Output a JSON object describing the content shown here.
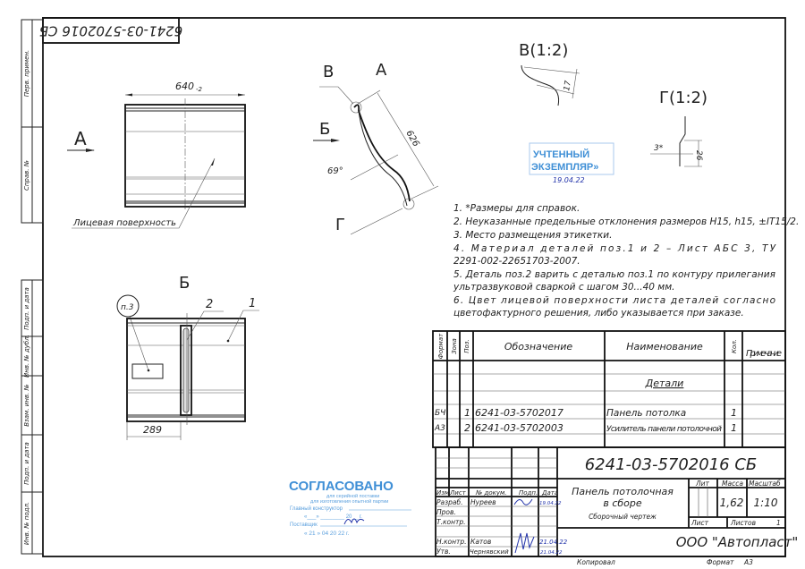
{
  "drawing_number_rotated": "6241-03-5702016 СБ",
  "left_strip": {
    "top": [
      "Перв. примен.",
      "Справ. №"
    ],
    "bottom": [
      "Подп. и дата",
      "Инв. № дубл.",
      "Взам. инв. №",
      "Подп. и дата",
      "Инв. № подл."
    ]
  },
  "view_main": {
    "label_a": "А",
    "dimension": "640",
    "dimension_tol": "-2",
    "leader_text": "Лицевая поверхность"
  },
  "view_side": {
    "label_v": "В",
    "label_a": "А",
    "label_b": "Б",
    "label_g": "Г",
    "dimension": "626",
    "angle": "69°"
  },
  "detail_v": {
    "title": "В(1:2)",
    "dimension": "17"
  },
  "detail_g": {
    "title": "Г(1:2)",
    "dimension": "26",
    "angle": "3*"
  },
  "view_b": {
    "title": "Б",
    "label_p3": "п.3",
    "pos2": "2",
    "pos1": "1",
    "dimension": "289"
  },
  "stamp_copy": {
    "line1": "УЧТЕННЫЙ",
    "line2": "ЭКЗЕМПЛЯР»",
    "date": "19.04.22"
  },
  "notes": [
    "1. *Размеры для справок.",
    "2. Неуказанные предельные отклонения размеров H15, h15, ±IT15/2.",
    "3. Место размещения этикетки.",
    "4. Материал деталей поз.1 и 2 – Лист АБС 3, ТУ",
    "2291-002-22651703-2007.",
    "5. Деталь поз.2 варить с деталью поз.1  по контуру прилегания",
    "ультразвуковой сваркой с шагом 30...40 мм.",
    "6. Цвет лицевой поверхности листа деталей согласно",
    "цветофактурного решения, либо указывается при заказе."
  ],
  "spec_table": {
    "headers": {
      "format": "Формат",
      "zone": "Зона",
      "pos": "Поз.",
      "designation": "Обозначение",
      "name": "Наименование",
      "qty": "Кол.",
      "note": "Приме-чание"
    },
    "section": "Детали",
    "rows": [
      {
        "format": "БЧ",
        "pos": "1",
        "designation": "6241-03-5702017",
        "name": "Панель потолка",
        "qty": "1"
      },
      {
        "format": "А3",
        "pos": "2",
        "designation": "6241-03-5702003",
        "name": "Усилитель панели потолочной",
        "qty": "1"
      }
    ]
  },
  "title_block": {
    "number": "6241-03-5702016 СБ",
    "name_line1": "Панель потолочная",
    "name_line2": "в сборе",
    "doc_type": "Сборочный чертеж",
    "col_headers": [
      "Изм",
      "Лист",
      "№ докум.",
      "Подп.",
      "Дата"
    ],
    "roles": [
      {
        "role": "Разраб.",
        "person": "Нуреев",
        "date": "19.04.22"
      },
      {
        "role": "Пров.",
        "person": ""
      },
      {
        "role": "Т.контр.",
        "person": ""
      },
      {
        "role": "Н.контр.",
        "person": "Катов",
        "date": "21.04.22"
      },
      {
        "role": "Утв.",
        "person": "Чернявский",
        "date": "21.04.22"
      }
    ],
    "lit_label": "Лит",
    "mass_label": "Масса",
    "scale_label": "Масштаб",
    "mass": "1,62",
    "scale": "1:10",
    "sheet_label": "Лист",
    "sheets_label": "Листов",
    "sheets": "1",
    "company": "ООО \"Автопласт\"",
    "copied": "Копировал",
    "format_label": "Формат",
    "format": "А3"
  },
  "stamp_agreed": {
    "title": "СОГЛАСОВАНО",
    "sub1": "для серийной поставки",
    "sub2": "для изготовления опытной партии",
    "line1": "Главный конструктор",
    "line2": "«___» ________ 20__ г.",
    "line3": "Поставщик",
    "line4": "« 21 » 04 20 22 г."
  },
  "colors": {
    "stamp": "#3f8fd6",
    "signature": "#2233aa",
    "lines": "#222222"
  }
}
